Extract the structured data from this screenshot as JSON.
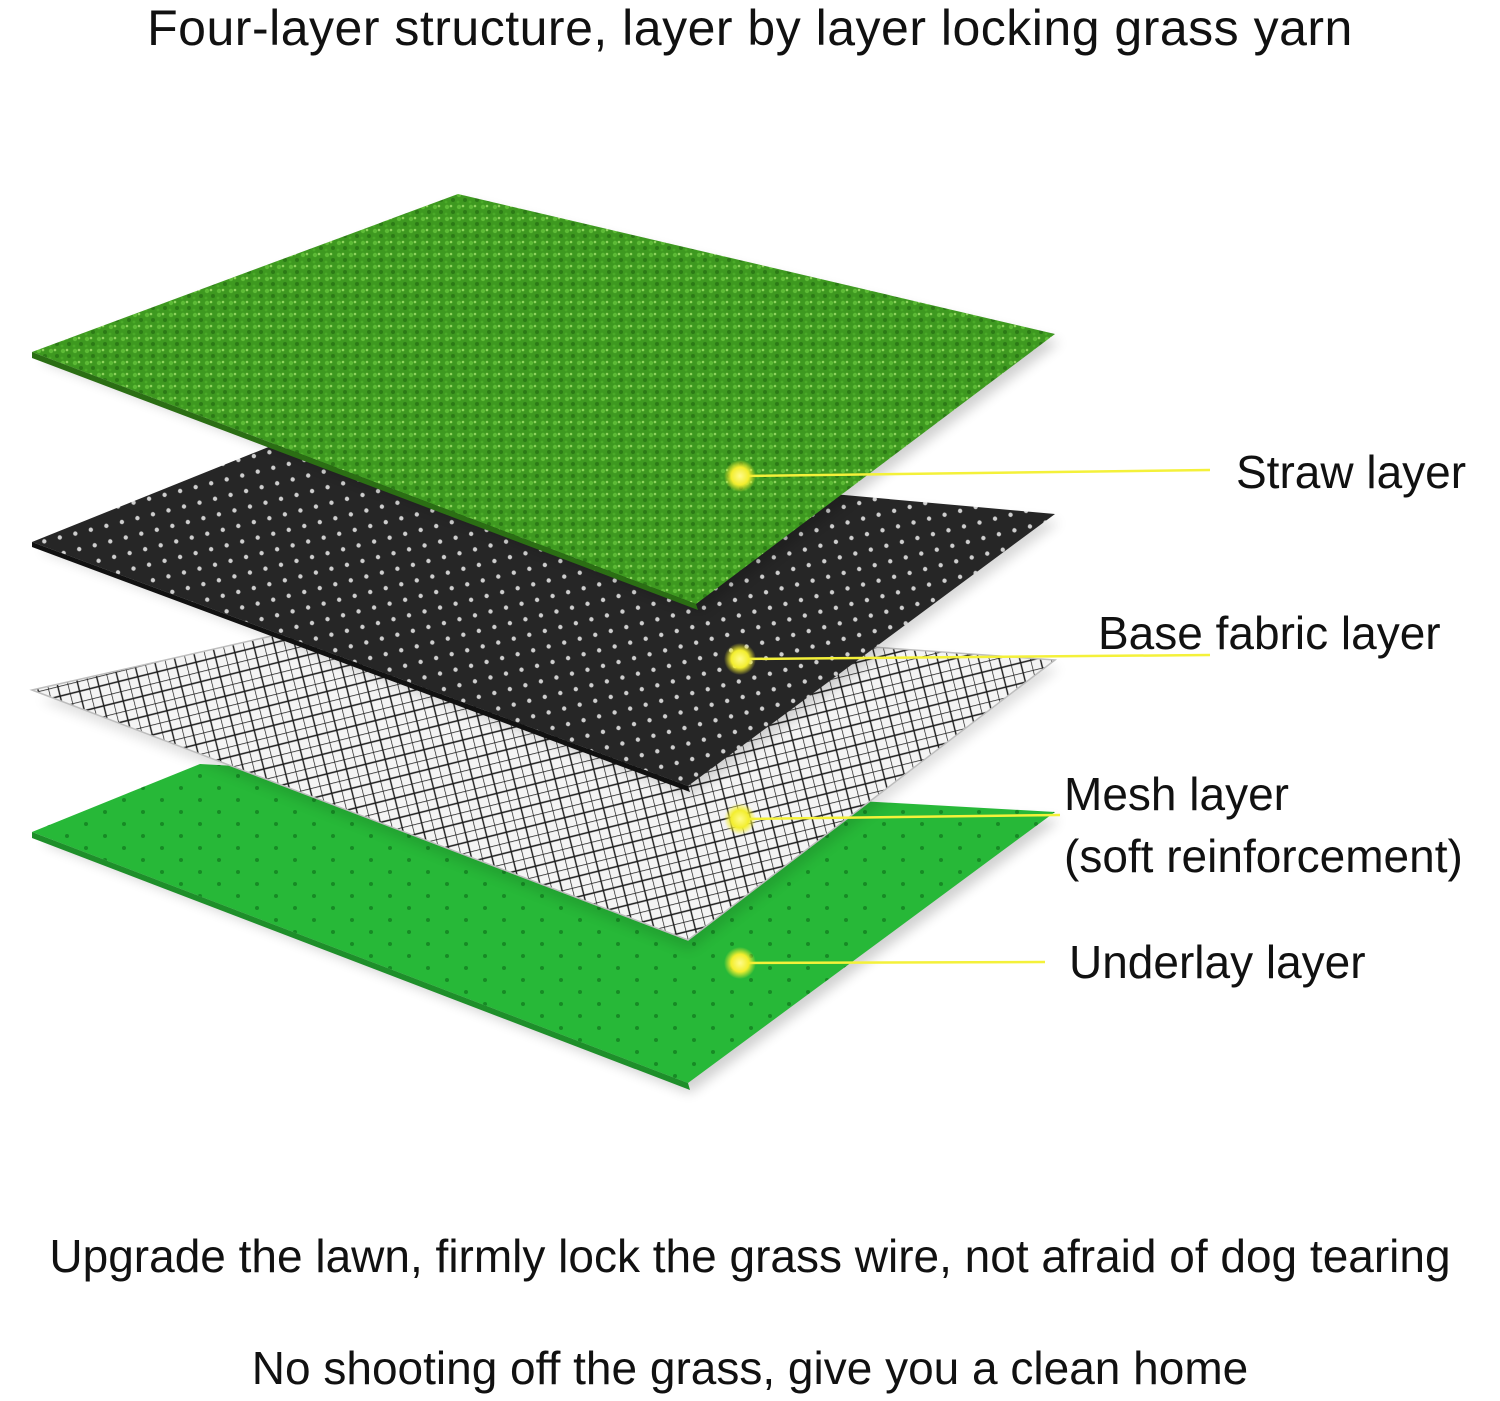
{
  "title": "Four-layer structure, layer by layer locking grass yarn",
  "layers": [
    {
      "label": "Straw layer",
      "color": "#3f9a22"
    },
    {
      "label": "Base fabric layer",
      "color": "#2b2b2b"
    },
    {
      "label_line1": "Mesh layer",
      "label_line2": "(soft reinforcement)",
      "color": "#e8e8e8"
    },
    {
      "label": "Underlay layer",
      "color": "#27b838"
    }
  ],
  "callout_color": "#f4f13a",
  "footer": {
    "line1": "Upgrade the lawn, firmly lock the grass wire, not afraid of dog tearing",
    "line2": "No shooting off the grass, give you a clean home"
  }
}
